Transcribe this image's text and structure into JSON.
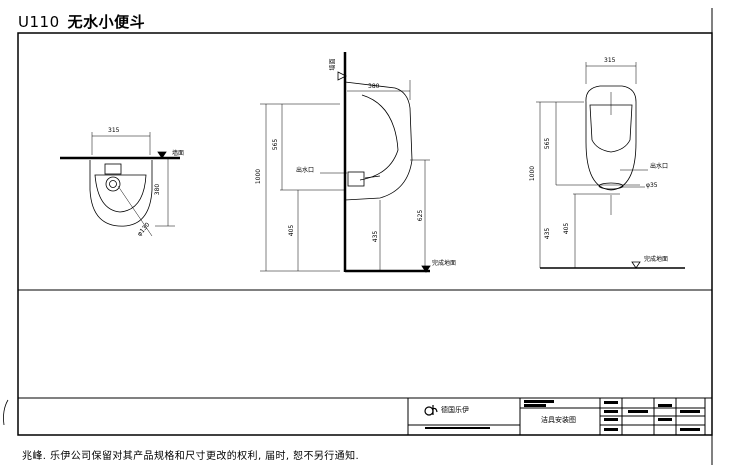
{
  "title": {
    "code": "U110",
    "name": "无水小便斗"
  },
  "footer_note": "兆峰. 乐伊公司保留对其产品规格和尺寸更改的权利, 届时, 恕不另行通知.",
  "title_block": {
    "brand": "德国乐伊",
    "drawing_name": "洁具安装图"
  },
  "views": {
    "top": {
      "width_dim": "315",
      "depth_dim": "380",
      "diameter": "φ130",
      "wall_label": "墙面"
    },
    "side": {
      "top_dim": "380",
      "height_dim": "1000",
      "upper_dim": "565",
      "lower_dim": "405",
      "rim_dim": "435",
      "overall_dim": "625",
      "outlet_label": "出水口",
      "wall_label": "墙面",
      "floor_label": "完成地面"
    },
    "front": {
      "width_dim": "315",
      "height_dim": "1000",
      "upper_dim": "565",
      "lower_dim": "405",
      "rim_dim": "435",
      "outlet_label": "出水口",
      "outlet_diameter": "φ35",
      "floor_label": "完成地面"
    }
  }
}
